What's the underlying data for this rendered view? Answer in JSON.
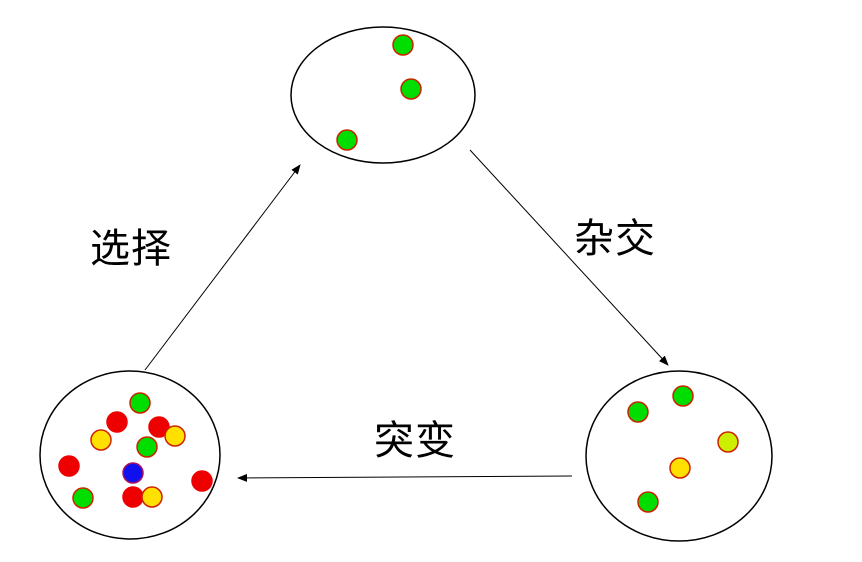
{
  "labels": {
    "selection": "选择",
    "crossover": "杂交",
    "mutation": "突变"
  },
  "colors": {
    "green": "#00dd00",
    "red": "#ee0000",
    "yellow": "#ffe000",
    "yellowgreen": "#ccee00",
    "blue": "#1010ee",
    "outline": "#cc2200"
  },
  "populations": {
    "top": [
      "green",
      "green",
      "green"
    ],
    "right": [
      "green",
      "green",
      "yellowgreen",
      "yellow",
      "green"
    ],
    "left": [
      "green",
      "red",
      "red",
      "yellow",
      "yellow",
      "green",
      "red",
      "blue",
      "red",
      "green",
      "red",
      "yellow"
    ]
  }
}
